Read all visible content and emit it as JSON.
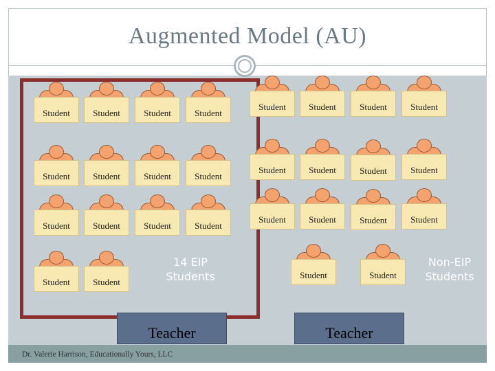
{
  "slide": {
    "title": "Augmented Model (AU)",
    "footer": "Dr. Valerie Harrison, Educationally Yours, LLC"
  },
  "eip_group": {
    "label": "14 EIP\nStudents",
    "teacher_label": "Teacher",
    "student_label": "Student",
    "desk_count": 14
  },
  "non_eip_group": {
    "label": "Non-EIP\nStudents",
    "teacher_label": "Teacher",
    "student_label": "Student",
    "desk_count": 14
  },
  "colors": {
    "eip_border": "#8c2d2d",
    "room_background": "#c5ced3",
    "desk_fill": "#f8e8b2",
    "student_skin": "#f4a36f",
    "teacher_fill": "#5b6f8c",
    "footer_bar": "#89a0a3",
    "title_color": "#6b7a82"
  }
}
